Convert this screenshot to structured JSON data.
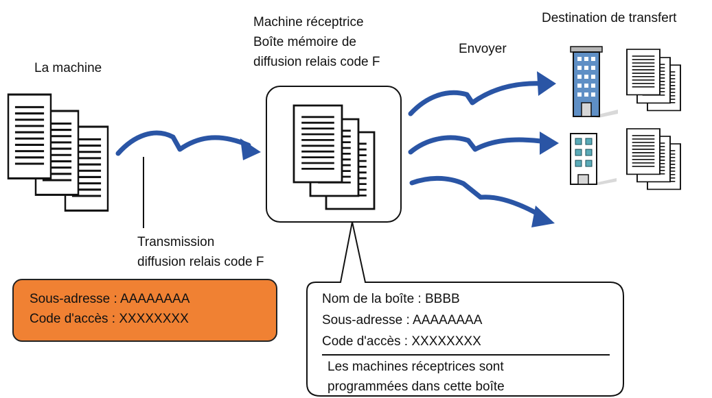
{
  "labels": {
    "source_machine": "La machine",
    "relay_machine_l1": "Machine réceptrice",
    "relay_machine_l2": "Boîte mémoire de",
    "relay_machine_l3": "diffusion relais code F",
    "send": "Envoyer",
    "destination": "Destination de transfert",
    "transmission_l1": "Transmission",
    "transmission_l2": "diffusion relais code F"
  },
  "sender_settings": {
    "sub_address": "Sous-adresse : AAAAAAAA",
    "access_code": "Code d'accès : XXXXXXXX"
  },
  "box_settings": {
    "box_name": "Nom de la boîte : BBBB",
    "sub_address": "Sous-adresse : AAAAAAAA",
    "access_code": "Code d'accès : XXXXXXXX",
    "note_l1": "Les machines réceptrices sont",
    "note_l2": "programmées dans cette boîte"
  },
  "colors": {
    "arrow": "#2a55a5",
    "sender_box_fill": "#f08133",
    "tall_building": "#5f8fc5",
    "short_building_window": "#5aaab7"
  }
}
